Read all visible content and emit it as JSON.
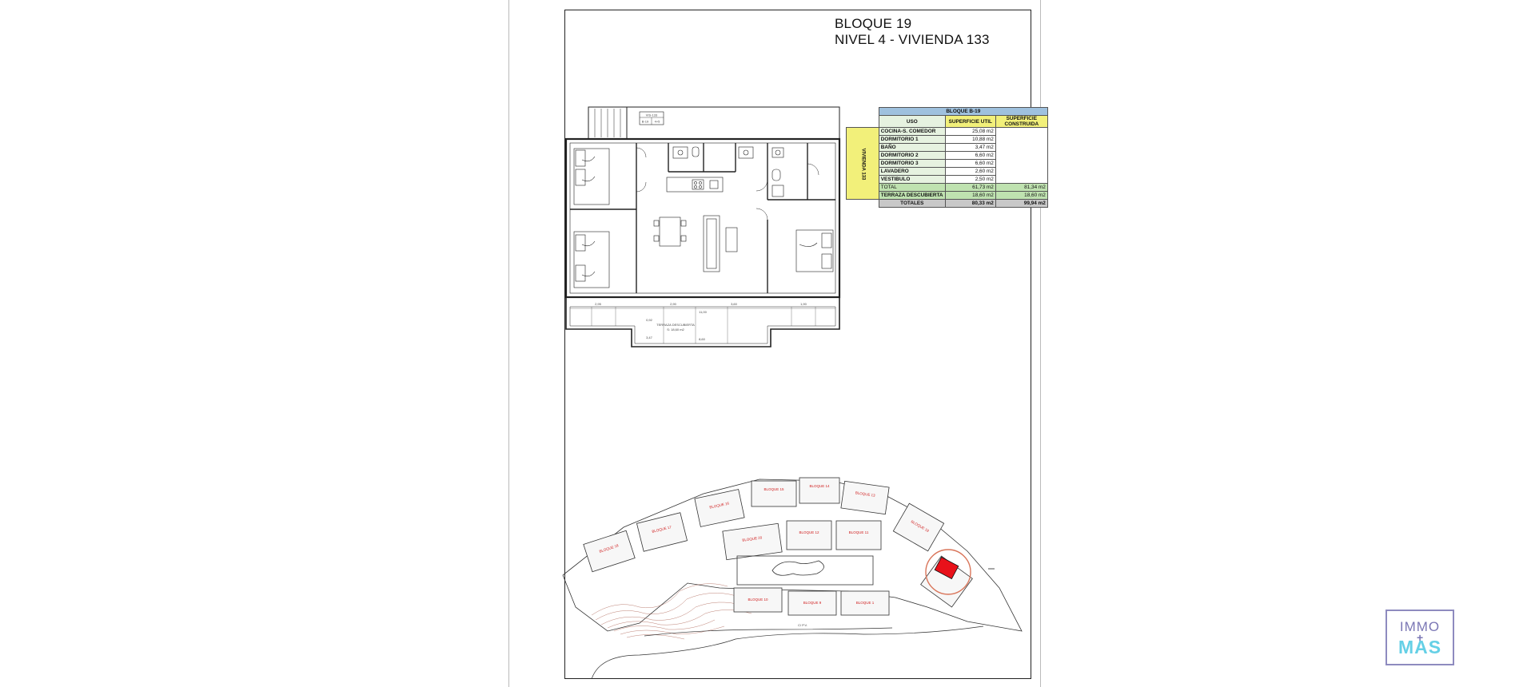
{
  "header": {
    "title_line1": "BLOQUE 19",
    "title_line2": "NIVEL 4 - VIVIENDA 133"
  },
  "area_table": {
    "block_title": "BLOQUE B-19",
    "col_uso": "USO",
    "col_util": "SUPERFICIE UTIL",
    "col_construida": "SUPERFICIE CONSTRUIDA",
    "side_label": "VIVIENDA 133",
    "rows": [
      {
        "label": "COCINA-S. COMEDOR",
        "util": "25,08 m2"
      },
      {
        "label": "DORMITORIO 1",
        "util": "10,88 m2"
      },
      {
        "label": "BAÑO",
        "util": "3,47 m2"
      },
      {
        "label": "DORMITORIO 2",
        "util": "6,60 m2"
      },
      {
        "label": "DORMITORIO 3",
        "util": "6,60 m2"
      },
      {
        "label": "LAVADERO",
        "util": "2,60 m2"
      },
      {
        "label": "VESTIBULO",
        "util": "2,50 m2"
      }
    ],
    "total": {
      "label": "TOTAL",
      "util": "61,73 m2",
      "construida": "81,34 m2"
    },
    "terraza": {
      "label": "TERRAZA DESCUBIERTA",
      "util": "18,60 m2",
      "construida": "18,60 m2"
    },
    "totales": {
      "label": "TOTALES",
      "util": "80,33 m2",
      "construida": "99,94 m2"
    }
  },
  "floor_plan": {
    "terrace_label": "TERRAZA DESCUBIERTA",
    "terrace_area": "S: 18,60 m2",
    "legend_box": {
      "c1": "VIS-133",
      "c2": "B-19",
      "c3": "4+5"
    },
    "dims": [
      "2,95",
      "2,90",
      "3,60",
      "1,90",
      "11,00",
      "0,92",
      "3,47",
      "8,60"
    ]
  },
  "site_plan": {
    "block_labels": [
      "BLOQUE 18",
      "BLOQUE 17",
      "BLOQUE 16",
      "BLOQUE 15",
      "BLOQUE 14",
      "BLOQUE 13",
      "BLOQUE 19",
      "BLOQUE 20",
      "BLOQUE 12",
      "BLOQUE 11",
      "BLOQUE 10",
      "BLOQUE 9",
      "BLOQUE 1"
    ],
    "street_label": "C/ P.V.",
    "highlight_color": "#e8111a",
    "circle_color": "#d9755a"
  },
  "logo": {
    "line1": "IMMO",
    "line2": "MAS",
    "color_primary": "#7b77b5",
    "color_accent": "#65d0e6"
  }
}
